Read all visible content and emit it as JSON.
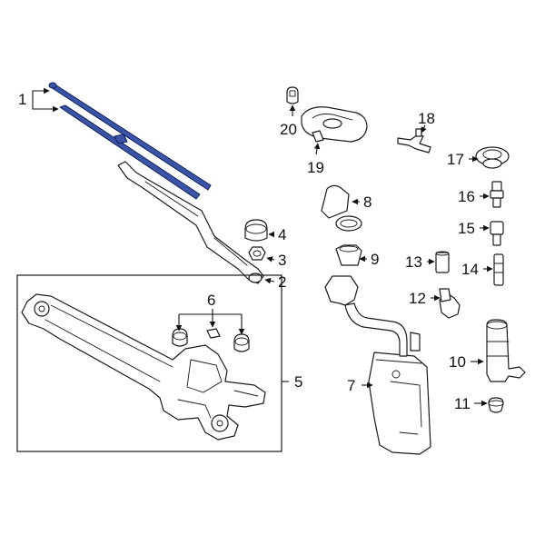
{
  "callouts": {
    "c1": "1",
    "c2": "2",
    "c3": "3",
    "c4": "4",
    "c5": "5",
    "c6": "6",
    "c7": "7",
    "c8": "8",
    "c9": "9",
    "c10": "10",
    "c11": "11",
    "c12": "12",
    "c13": "13",
    "c14": "14",
    "c15": "15",
    "c16": "16",
    "c17": "17",
    "c18": "18",
    "c19": "19",
    "c20": "20"
  },
  "colors": {
    "highlight": "#3a55a8",
    "line": "#1a1a1a",
    "background": "#ffffff"
  }
}
